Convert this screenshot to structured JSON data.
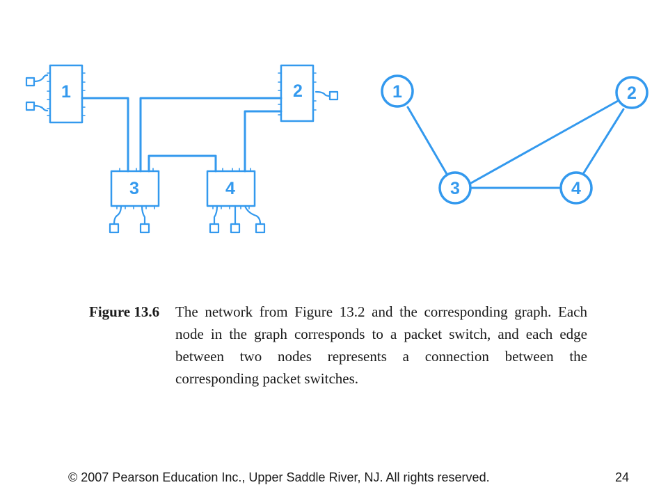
{
  "colors": {
    "diagram": "#3399ee",
    "text": "#1a1a1a",
    "background": "#ffffff"
  },
  "network": {
    "switches": [
      {
        "id": "1",
        "label": "1"
      },
      {
        "id": "2",
        "label": "2"
      },
      {
        "id": "3",
        "label": "3"
      },
      {
        "id": "4",
        "label": "4"
      }
    ]
  },
  "graph": {
    "nodes": [
      {
        "id": "1",
        "label": "1"
      },
      {
        "id": "2",
        "label": "2"
      },
      {
        "id": "3",
        "label": "3"
      },
      {
        "id": "4",
        "label": "4"
      }
    ],
    "edges": [
      {
        "from": "1",
        "to": "3"
      },
      {
        "from": "3",
        "to": "2"
      },
      {
        "from": "3",
        "to": "4"
      },
      {
        "from": "4",
        "to": "2"
      }
    ]
  },
  "caption": {
    "label": "Figure 13.6",
    "text": "The network from Figure 13.2 and the corresponding graph. Each node in the graph corresponds to a packet switch, and each edge between two nodes represents a connection between the corresponding packet switches."
  },
  "footer": {
    "copyright": "© 2007 Pearson Education Inc., Upper Saddle River, NJ. All rights reserved.",
    "page_number": "24"
  }
}
